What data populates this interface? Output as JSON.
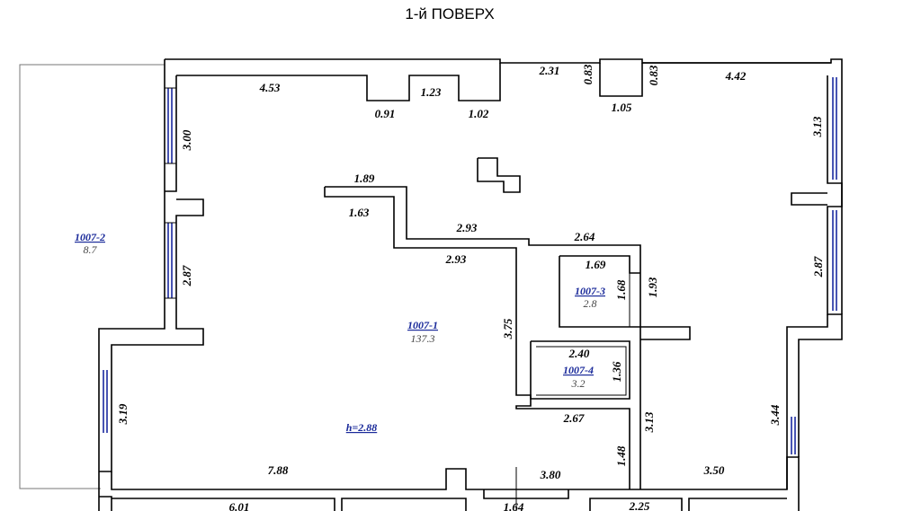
{
  "title": "1-й ПОВЕРХ",
  "colors": {
    "wall": "#000000",
    "window": "#1a2aa0",
    "room_label": "#1a2a9a",
    "area": "#444444"
  },
  "rooms": [
    {
      "id": "1007-1",
      "area": "137.3"
    },
    {
      "id": "1007-2",
      "area": "8.7"
    },
    {
      "id": "1007-3",
      "area": "2.8"
    },
    {
      "id": "1007-4",
      "area": "3.2"
    }
  ],
  "ceiling_height": "h=2.88",
  "dimensions": {
    "top_left": "4.53",
    "niche_1": "0.91",
    "niche_2": "1.23",
    "niche_3": "1.02",
    "top_mid": "2.31",
    "pillar_left": "0.83",
    "pillar_right": "0.83",
    "pillar_width": "1.05",
    "top_right": "4.42",
    "left_upper": "3.00",
    "left_mid": "2.87",
    "left_lower": "3.19",
    "right_upper": "3.13",
    "right_mid": "2.87",
    "right_lower": "3.44",
    "inner_1": "1.89",
    "inner_2": "1.63",
    "inner_3": "2.93",
    "inner_4": "2.93",
    "inner_5": "2.64",
    "room3_top": "1.69",
    "room3_side": "1.68",
    "room3_out": "1.93",
    "inner_6": "3.75",
    "room4_top": "2.40",
    "room4_side": "1.36",
    "inner_7": "2.67",
    "inner_8": "3.13",
    "inner_9": "1.48",
    "bottom_1": "7.88",
    "bottom_2": "3.80",
    "bottom_3": "3.50",
    "lower_1": "6.01",
    "lower_2": "1.64",
    "lower_3": "2.25"
  }
}
